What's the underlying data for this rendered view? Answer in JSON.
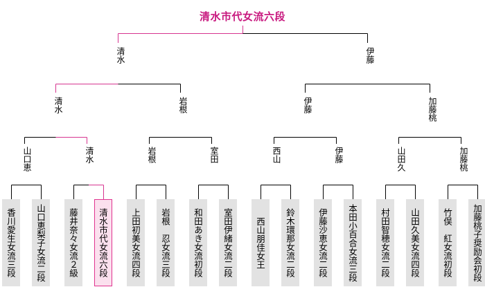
{
  "title": "清水市代女流六段",
  "colors": {
    "win_line": "#d6338f",
    "line": "#000000",
    "box": "#e2e2e2",
    "champ_box": "#fbe0ee"
  },
  "final": {
    "left": "清水",
    "right": "伊藤"
  },
  "semis": {
    "s1": "清水",
    "s2": "岩根",
    "s3": "伊藤",
    "s4": "加藤桃"
  },
  "quarters": {
    "q1": "山口恵",
    "q2": "清水",
    "q3": "岩根",
    "q4": "室田",
    "q5": "西山",
    "q6": "伊藤",
    "q7": "山田久",
    "q8": "加藤桃"
  },
  "players": [
    "香川愛生女流三段",
    "山口恵梨子女流二段",
    "藤井奈々女流２級",
    "清水市代女流六段",
    "上田初美女流四段",
    "岩根　忍女流三段",
    "和田あき女流初段",
    "室田伊緒女流二段",
    "西山朋佳女王",
    "鈴木環那女流二段",
    "伊藤沙恵女流二段",
    "本田小百合女流三段",
    "村田智穂女流二段",
    "山田久美女流四段",
    "竹俣　紅女流初段",
    "加藤桃子奨励会初段"
  ]
}
